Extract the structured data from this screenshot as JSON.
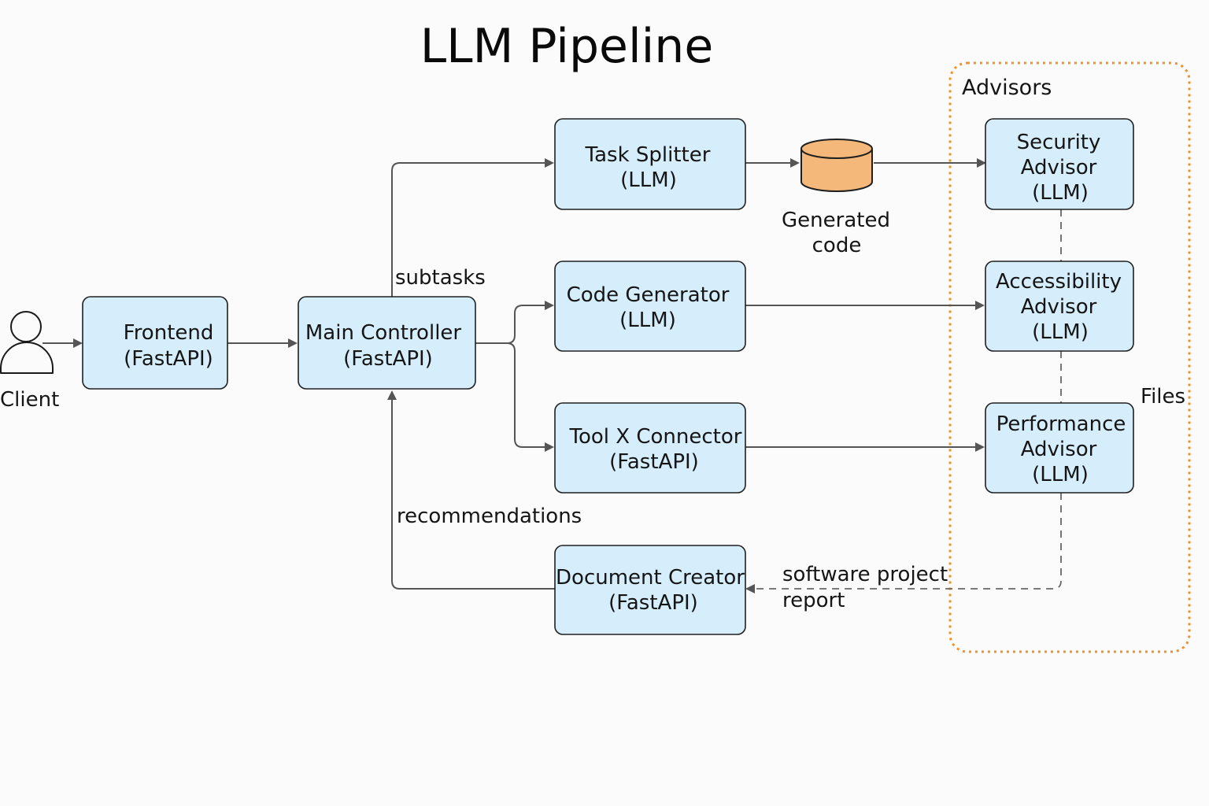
{
  "title": "LLM Pipeline",
  "client": {
    "label": "Client"
  },
  "nodes": {
    "frontend": [
      "Frontend",
      "(FastAPI)"
    ],
    "main_controller": [
      "Main Controller",
      "(FastAPI)"
    ],
    "task_splitter": [
      "Task Splitter",
      "(LLM)"
    ],
    "code_generator": [
      "Code Generator",
      "(LLM)"
    ],
    "tool_connector": [
      "Tool X Connector",
      "(FastAPI)"
    ],
    "document_creator": [
      "Document Creator",
      "(FastAPI)"
    ],
    "security_advisor": [
      "Security",
      "Advisor",
      "(LLM)"
    ],
    "accessibility_advisor": [
      "Accessibility",
      "Advisor",
      "(LLM)"
    ],
    "performance_advisor": [
      "Performance",
      "Advisor",
      "(LLM)"
    ]
  },
  "database": {
    "label": [
      "Generated",
      "code"
    ]
  },
  "edge_labels": {
    "subtasks": "subtasks",
    "recommendations": "recommendations",
    "report": [
      "software project",
      "report"
    ],
    "files": "Files"
  },
  "group": {
    "label": "Advisors",
    "color": "#f0922b"
  },
  "colors": {
    "node_fill": "#d6eefc",
    "database_fill": "#f4b87a",
    "edge": "#555555"
  }
}
